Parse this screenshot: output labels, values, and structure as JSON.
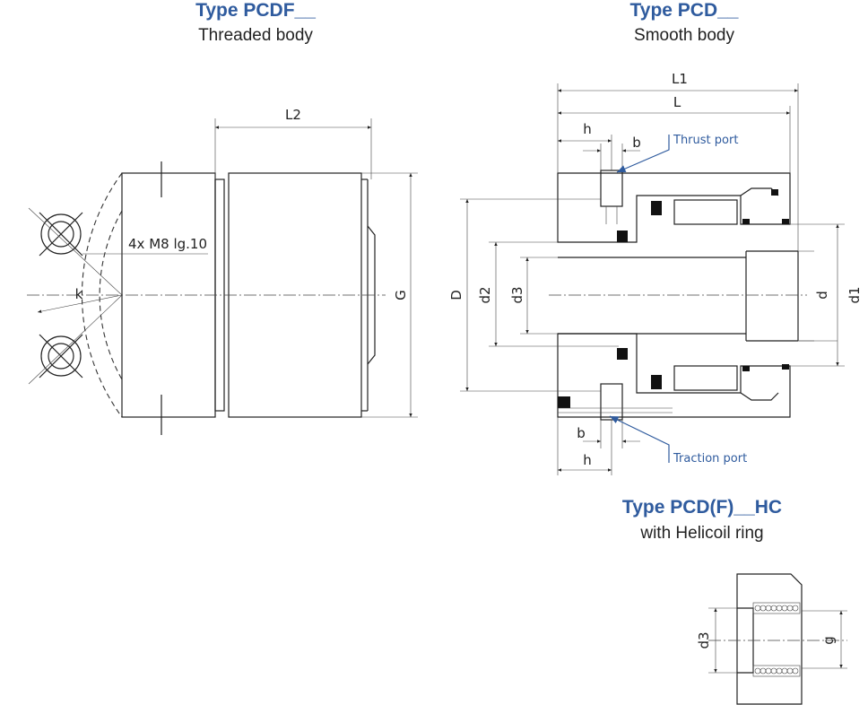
{
  "left_view": {
    "title": "Type PCDF__",
    "subtitle": "Threaded body",
    "dim_L2": "L2",
    "dim_G": "G",
    "dim_k": "k",
    "hole_note": "4x M8 lg.10"
  },
  "right_view": {
    "title": "Type PCD__",
    "subtitle": "Smooth body",
    "dim_L1": "L1",
    "dim_L": "L",
    "dim_h_top": "h",
    "dim_b_top": "b",
    "dim_b_bottom": "b",
    "dim_h_bottom": "h",
    "dim_D": "D",
    "dim_d2": "d2",
    "dim_d3": "d3",
    "dim_d": "d",
    "dim_d1": "d1",
    "thrust_port_label": "Thrust port",
    "traction_port_label": "Traction port"
  },
  "detail_view": {
    "title": "Type PCD(F)__HC",
    "subtitle": "with Helicoil ring",
    "dim_d3": "d3",
    "dim_g": "g"
  },
  "colors": {
    "title_blue": "#2f5b9e",
    "line": "#222222",
    "seal": "#111111"
  }
}
